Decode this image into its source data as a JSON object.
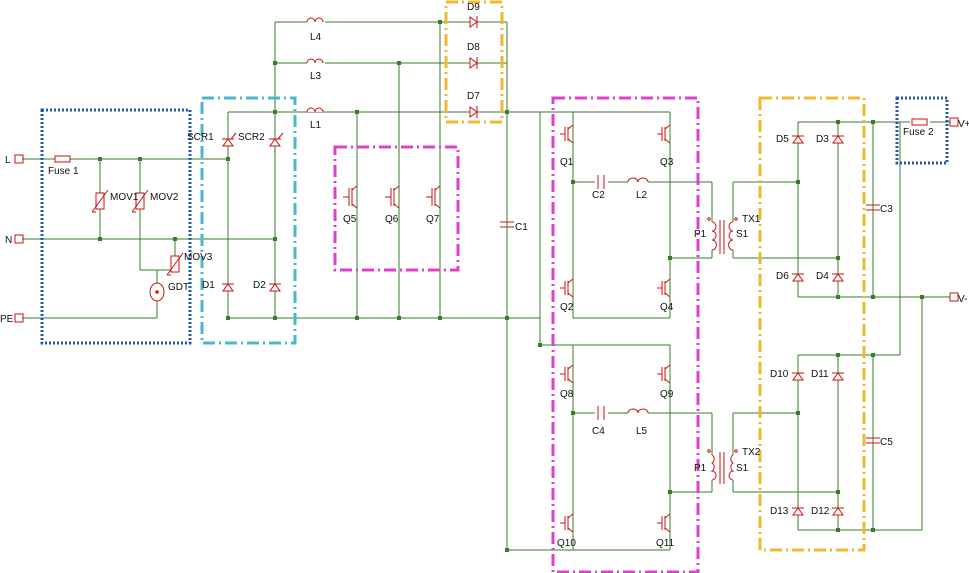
{
  "terminals": {
    "L": "L",
    "N": "N",
    "PE": "PE",
    "Vplus": "V+",
    "Vminus": "V-"
  },
  "components": {
    "fuse1": "Fuse 1",
    "fuse2": "Fuse 2",
    "mov1": "MOV1",
    "mov2": "MOV2",
    "mov3": "MOV3",
    "gdt": "GDT",
    "scr1": "SCR1",
    "scr2": "SCR2",
    "d1": "D1",
    "d2": "D2",
    "l1": "L1",
    "l3": "L3",
    "l4": "L4",
    "l2": "L2",
    "l5": "L5",
    "d7": "D7",
    "d8": "D8",
    "d9": "D9",
    "q5": "Q5",
    "q6": "Q6",
    "q7": "Q7",
    "c1": "C1",
    "c2": "C2",
    "c3": "C3",
    "c4": "C4",
    "c5": "C5",
    "q1": "Q1",
    "q2": "Q2",
    "q3": "Q3",
    "q4": "Q4",
    "q8": "Q8",
    "q9": "Q9",
    "q10": "Q10",
    "q11": "Q11",
    "p1a": "P1",
    "s1a": "S1",
    "tx1": "TX1",
    "p1b": "P1",
    "s1b": "S1",
    "tx2": "TX2",
    "d3": "D3",
    "d4": "D4",
    "d5": "D5",
    "d6": "D6",
    "d10": "D10",
    "d11": "D11",
    "d12": "D12",
    "d13": "D13"
  },
  "colors": {
    "wire": "#3a7d28",
    "component": "#cc1111",
    "box_blue": "#1f56b8",
    "box_cyan": "#4ab8cc",
    "box_magenta": "#e040c8",
    "box_yellow": "#f0b830"
  }
}
